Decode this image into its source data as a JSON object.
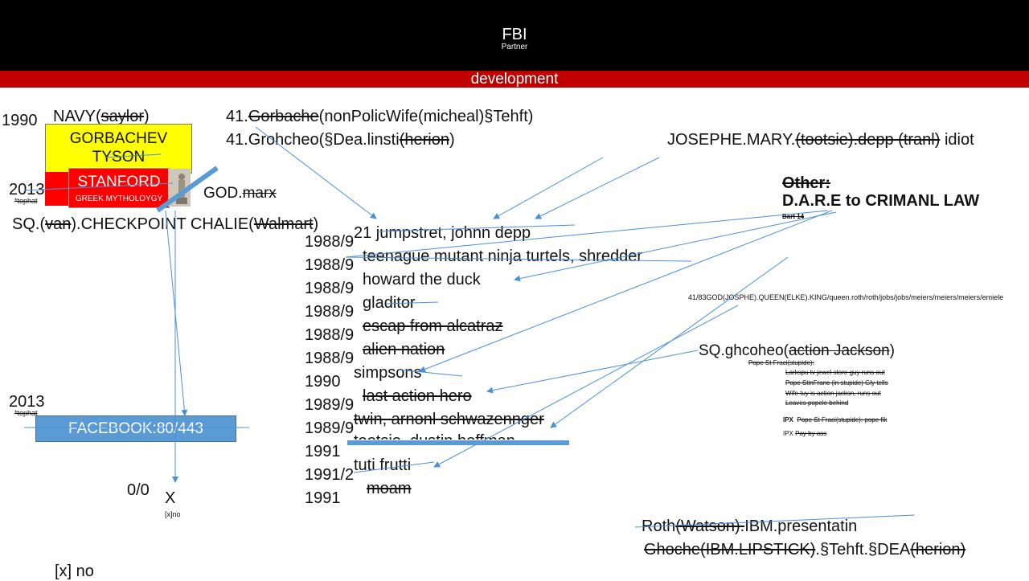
{
  "header": {
    "title": "FBI",
    "subtitle": "Partner"
  },
  "banner": {
    "label": "development"
  },
  "left": {
    "year_1990": "1990",
    "navy_prefix": "NAVY(",
    "navy_struck": "saylor",
    "navy_suffix": ")",
    "yellow_box_line1": "GORBACHEV",
    "yellow_box_line2": "TYSON",
    "year_2013_a": "2013",
    "tophat_a": "*tophat",
    "red_box_title": "STANFORD",
    "red_box_subtitle": "GREEK MYTHOLOYGY",
    "god_prefix": "GOD.",
    "god_struck": "marx",
    "checkpoint_prefix": "SQ.(",
    "checkpoint_struck1": "van",
    "checkpoint_mid": ").CHECKPOINT CHALIE(",
    "checkpoint_struck2": "Walmart",
    "checkpoint_suffix": ")",
    "year_2013_b": "2013",
    "tophat_b": "*tophat",
    "facebook_label": "FACEBOOK:80/443",
    "zero": "0/0",
    "x_label": "X",
    "x_small": "[x]no",
    "x_bottom": "[x] no"
  },
  "top_middle": {
    "line1_prefix": "41.",
    "line1_struck": "Gorbache",
    "line1_suffix": "(nonPolicWife(micheal)§Tehft)",
    "line2_prefix": "41.Grohcheo(§Dea.linsti",
    "line2_struck": "(herion",
    "line2_suffix": ")"
  },
  "timeline": {
    "years": [
      "1988/9",
      "1988/9",
      "1988/9",
      "1988/9",
      "1988/9",
      "1988/9",
      "1990",
      "1989/9",
      "1989/9",
      "1991",
      "1991/2",
      "1991"
    ],
    "titles": [
      "21 jumpstret, johnn depp",
      "teenague mutant ninja turtels, shredder",
      "howard the duck",
      "gladitor",
      "escap from alcatraz",
      "alien nation",
      "simpsons",
      "last action hero",
      "twin, arnonl schwazennger",
      "tootsie, dustin hoffman",
      "tuti frutti",
      "moam"
    ]
  },
  "right": {
    "josephe_prefix": "JOSEPHE.MARY.",
    "josephe_struck": "(tootsie).depp (tranl)",
    "josephe_suffix": " idiot",
    "other_label": "Other:",
    "dare_label": "D.A.R.E to CRIMANL LAW",
    "bart_label": "Bart 14",
    "long_line": "41/83GOD(JOSPHE).QUEEN(ELKE).KING/queen.roth/roth/jobs/jobs/meiers/meiers/meiers/emiele",
    "sq_prefix": "SQ.ghcoheo(",
    "sq_struck": "action Jackson",
    "sq_suffix": ")",
    "notes": [
      "Pope St Fraci(stupide):",
      "Larkspu tv jewel store guy runs out",
      "Pope StinFranc (in stupide) Gly tells",
      "Wife tuy is action jacksn, runs out",
      "Leaves popele behind"
    ],
    "ipx1_label": "IPX",
    "ipx1_struck": "Pope St Fraci(stupide): pope fik",
    "ipx2_label": "IPX",
    "ipx2_struck": "Pay by ass",
    "roth_prefix": "Roth",
    "roth_struck": "(Watson).",
    "roth_suffix": "IBM.presentatin",
    "ghoche_struck": "Ghoche(IBM.LIPSTICK)",
    "ghoche_mid": ".§Tehft.§DEA",
    "ghoche_struck2": "(herion)"
  },
  "colors": {
    "header_bg": "#000000",
    "banner_bg": "#c00000",
    "yellow_box": "#ffff00",
    "red_box": "#ff0000",
    "facebook_box": "#5b9bd5",
    "lines": "#4a90d9"
  }
}
